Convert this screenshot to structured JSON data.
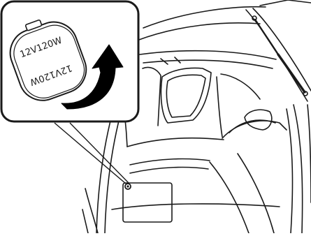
{
  "illustration": {
    "subject": "vehicle-cargo-area-rear-view",
    "inset": {
      "cap_label_front": "12V120W",
      "cap_label_back": "12V120W",
      "arrow_color": "#000000"
    },
    "colors": {
      "line": "#1a1a1a",
      "fill": "#ffffff"
    }
  }
}
